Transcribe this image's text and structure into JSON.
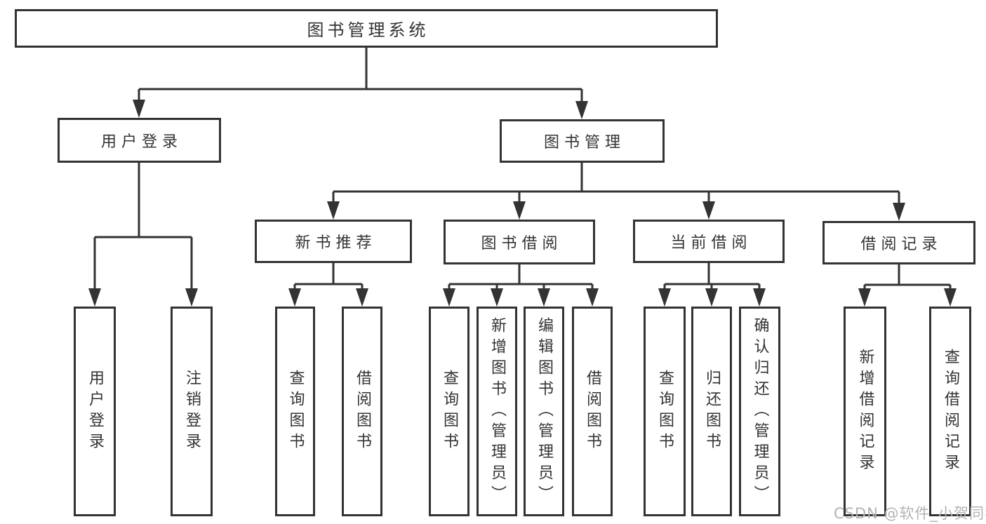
{
  "tree": {
    "root": {
      "label": "图书管理系统",
      "children": [
        {
          "label": "用户登录",
          "children": [
            {
              "label": "用户登录"
            },
            {
              "label": "注销登录"
            }
          ]
        },
        {
          "label": "图书管理",
          "children": [
            {
              "label": "新书推荐",
              "children": [
                {
                  "label": "查询图书"
                },
                {
                  "label": "借阅图书"
                }
              ]
            },
            {
              "label": "图书借阅",
              "children": [
                {
                  "label": "查询图书"
                },
                {
                  "label": "新增图书（管理员）"
                },
                {
                  "label": "编辑图书（管理员）"
                },
                {
                  "label": "借阅图书"
                }
              ]
            },
            {
              "label": "当前借阅",
              "children": [
                {
                  "label": "查询图书"
                },
                {
                  "label": "归还图书"
                },
                {
                  "label": "确认归还（管理员）"
                }
              ]
            },
            {
              "label": "借阅记录",
              "children": [
                {
                  "label": "新增借阅记录"
                },
                {
                  "label": "查询借阅记录"
                }
              ]
            }
          ]
        }
      ]
    }
  },
  "watermark": {
    "text": "CSDN @软件_小贺同学"
  },
  "colors": {
    "line": "#333333",
    "box_border": "#333333",
    "text": "#333333",
    "background": "#ffffff",
    "watermark": "#b3b3b3"
  }
}
